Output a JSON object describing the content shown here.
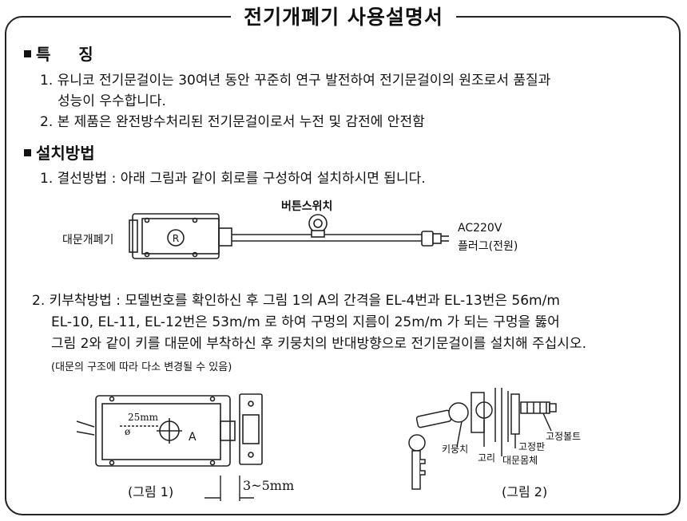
{
  "title": "전기개폐기 사용설명서",
  "features": {
    "heading": "특     징",
    "line1": "1. 유니코 전기문걸이는 30여년 동안 꾸준히 연구 발전하여 전기문걸이의 원조로서 품질과",
    "line1b": "성능이 우수합니다.",
    "line2": "2. 본 제품은 완전방수처리된 전기문걸이로서 누전 및 감전에 안전함"
  },
  "install": {
    "heading": "설치방법",
    "step1": "1. 결선방법 : 아래 그림과 같이 회로를 구성하여 설치하시면 됩니다.",
    "step2a": "2. 키부착방법 : 모델번호를 확인하신 후 그림 1의 A의 간격을 EL-4번과 EL-13번은 56m/m",
    "step2b": "EL-10, EL-11, EL-12번은 53m/m 로 하여 구멍의 지름이 25m/m 가 되는 구멍을 뚫어",
    "step2c": "그림 2와 같이 키를 대문에 부착하신 후 키뭉치의 반대방향으로 전기문걸이를 설치해 주십시오.",
    "note": "(대문의 구조에 따라 다소 변경될 수 있음)"
  },
  "diagram1": {
    "device_label": "대문개폐기",
    "button_label": "버튼스위치",
    "plug_label_1": "AC220V",
    "plug_label_2": "플러그(전원)",
    "logo_letter": "R"
  },
  "figure1": {
    "dim_25": "25mm",
    "dim_phi": "ø",
    "point_a": "A",
    "gap": "3~5mm",
    "caption": "(그림 1)"
  },
  "figure2": {
    "key_bundle": "키뭉치",
    "ring": "고리",
    "door_body": "대문몸체",
    "fix_plate": "고정판",
    "fix_bolt": "고정볼트",
    "caption": "(그림 2)"
  }
}
